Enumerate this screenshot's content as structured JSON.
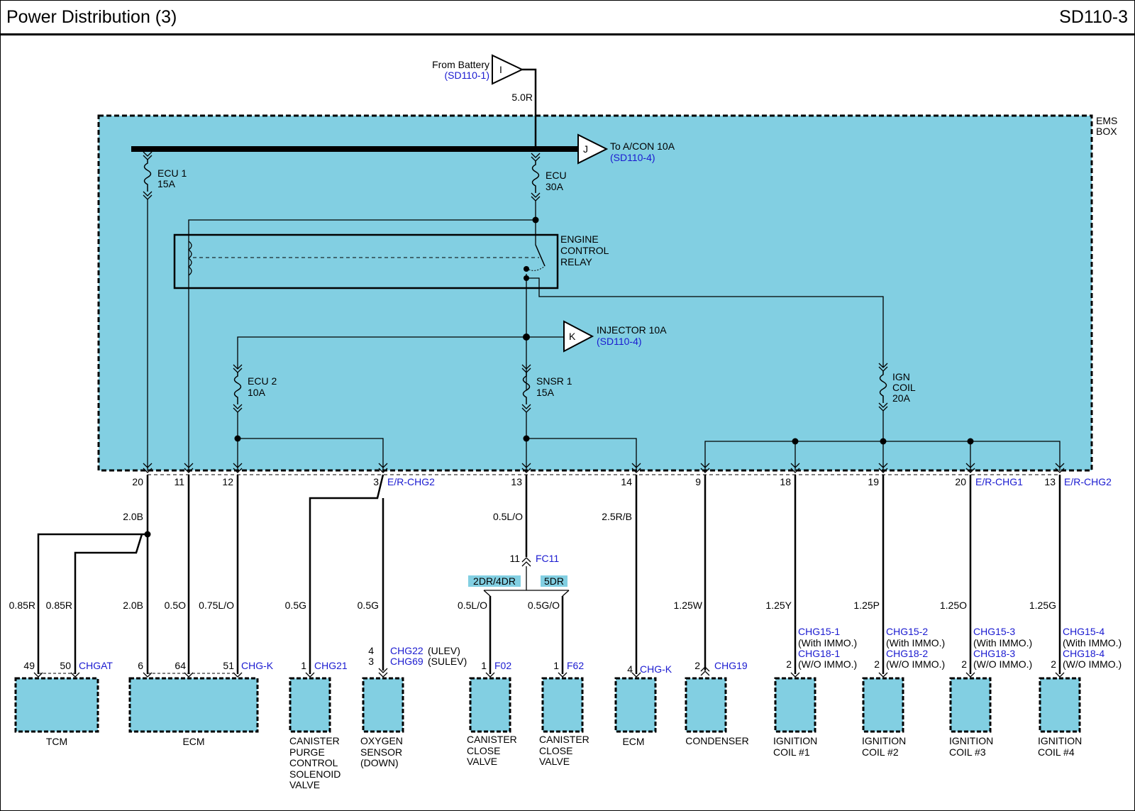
{
  "header": {
    "title": "Power Distribution (3)",
    "code": "SD110-3"
  },
  "colors": {
    "box_fill": "#82cfe2",
    "wire": "#000000",
    "reference_text": "#1a1ad0"
  },
  "battery": {
    "label": "From Battery",
    "ref": "(SD110-1)",
    "letter": "I",
    "wire": "5.0R"
  },
  "ems_box": {
    "label_line1": "EMS",
    "label_line2": "BOX"
  },
  "connector_j": {
    "letter": "J",
    "label": "To A/CON 10A",
    "ref": "(SD110-4)"
  },
  "connector_k": {
    "letter": "K",
    "label": "INJECTOR 10A",
    "ref": "(SD110-4)"
  },
  "fuses": {
    "ecu1": {
      "name": "ECU 1",
      "rating": "15A"
    },
    "ecu": {
      "name": "ECU",
      "rating": "30A"
    },
    "ecu2": {
      "name": "ECU 2",
      "rating": "10A"
    },
    "snsr1": {
      "name": "SNSR 1",
      "rating": "15A"
    },
    "ign_coil": {
      "name1": "IGN",
      "name2": "COIL",
      "rating": "20A"
    }
  },
  "relay": {
    "line1": "ENGINE",
    "line2": "CONTROL",
    "line3": "RELAY"
  },
  "box_pins": {
    "p20": "20",
    "p11": "11",
    "p12": "12",
    "p3": "3",
    "p3_conn": "E/R-CHG2",
    "p13": "13",
    "p14": "14",
    "p9": "9",
    "p18": "18",
    "p19": "19",
    "p20b": "20",
    "p20b_conn": "E/R-CHG1",
    "p13b": "13",
    "p13b_conn": "E/R-CHG2"
  },
  "wires": {
    "w20": "2.0B",
    "tcm_a": "0.85R",
    "tcm_b": "0.85R",
    "ecm_2b": "2.0B",
    "ecm_05o": "0.5O",
    "ecm_075lo": "0.75L/O",
    "purge": "0.5G",
    "o2": "0.5G",
    "snsr": "0.5L/O",
    "ccv_a": "0.5L/O",
    "ccv_b": "0.5G/O",
    "ecm14": "2.5R/B",
    "cond": "1.25W",
    "coil1": "1.25Y",
    "coil2": "1.25P",
    "coil3": "1.25O",
    "coil4": "1.25G"
  },
  "fc11": {
    "pin": "11",
    "name": "FC11"
  },
  "options": {
    "a": "2DR/4DR",
    "b": "5DR"
  },
  "components": {
    "tcm": {
      "name": "TCM",
      "pin1": "49",
      "pin2": "50",
      "conn": "CHGAT"
    },
    "ecm_main": {
      "name": "ECM",
      "pin1": "6",
      "pin2": "64",
      "pin3": "51",
      "conn": "CHG-K"
    },
    "purge": {
      "line1": "CANISTER",
      "line2": "PURGE",
      "line3": "CONTROL",
      "line4": "SOLENOID",
      "line5": "VALVE",
      "pin": "1",
      "conn": "CHG21"
    },
    "o2": {
      "line1": "OXYGEN",
      "line2": "SENSOR",
      "line3": "(DOWN)",
      "pin_a": "4",
      "conn_a": "CHG22",
      "note_a": "(ULEV)",
      "pin_b": "3",
      "conn_b": "CHG69",
      "note_b": "(SULEV)"
    },
    "ccv1": {
      "line1": "CANISTER",
      "line2": "CLOSE",
      "line3": "VALVE",
      "pin": "1",
      "conn": "F02"
    },
    "ccv2": {
      "line1": "CANISTER",
      "line2": "CLOSE",
      "line3": "VALVE",
      "pin": "1",
      "conn": "F62"
    },
    "ecm2": {
      "name": "ECM",
      "pin": "4",
      "conn": "CHG-K"
    },
    "condenser": {
      "name": "CONDENSER",
      "pin": "2",
      "conn": "CHG19"
    },
    "coil1": {
      "line1": "IGNITION",
      "line2": "COIL #1",
      "pin": "2",
      "conn_a": "CHG15-1",
      "note_a": "(With IMMO.)",
      "conn_b": "CHG18-1",
      "note_b": "(W/O IMMO.)"
    },
    "coil2": {
      "line1": "IGNITION",
      "line2": "COIL #2",
      "pin": "2",
      "conn_a": "CHG15-2",
      "note_a": "(With IMMO.)",
      "conn_b": "CHG18-2",
      "note_b": "(W/O IMMO.)"
    },
    "coil3": {
      "line1": "IGNITION",
      "line2": "COIL #3",
      "pin": "2",
      "conn_a": "CHG15-3",
      "note_a": "(With IMMO.)",
      "conn_b": "CHG18-3",
      "note_b": "(W/O IMMO.)"
    },
    "coil4": {
      "line1": "IGNITION",
      "line2": "COIL #4",
      "pin": "2",
      "conn_a": "CHG15-4",
      "note_a": "(With IMMO.)",
      "conn_b": "CHG18-4",
      "note_b": "(W/O IMMO.)"
    }
  }
}
